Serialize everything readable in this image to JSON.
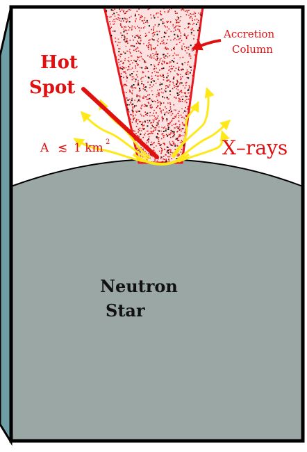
{
  "labels": {
    "hot_spot_line1": "Hot",
    "hot_spot_line2": "Spot",
    "accretion_line1": "Accretion",
    "accretion_line2": "Column",
    "area_prefix": "A",
    "area_relation": "≲",
    "area_value": "1 km",
    "area_exponent": "2",
    "xrays": "X–rays",
    "star_line1": "Neutron",
    "star_line2": "Star"
  },
  "colors": {
    "label_red": "#e01010",
    "column_outline": "#e8181e",
    "column_fill": "#fbe2e0",
    "xray_yellow": "#ffe81a",
    "star_fill": "#9aa7a5",
    "panel_side": "#6e9ea6",
    "border": "#000000",
    "star_text": "#111111"
  }
}
